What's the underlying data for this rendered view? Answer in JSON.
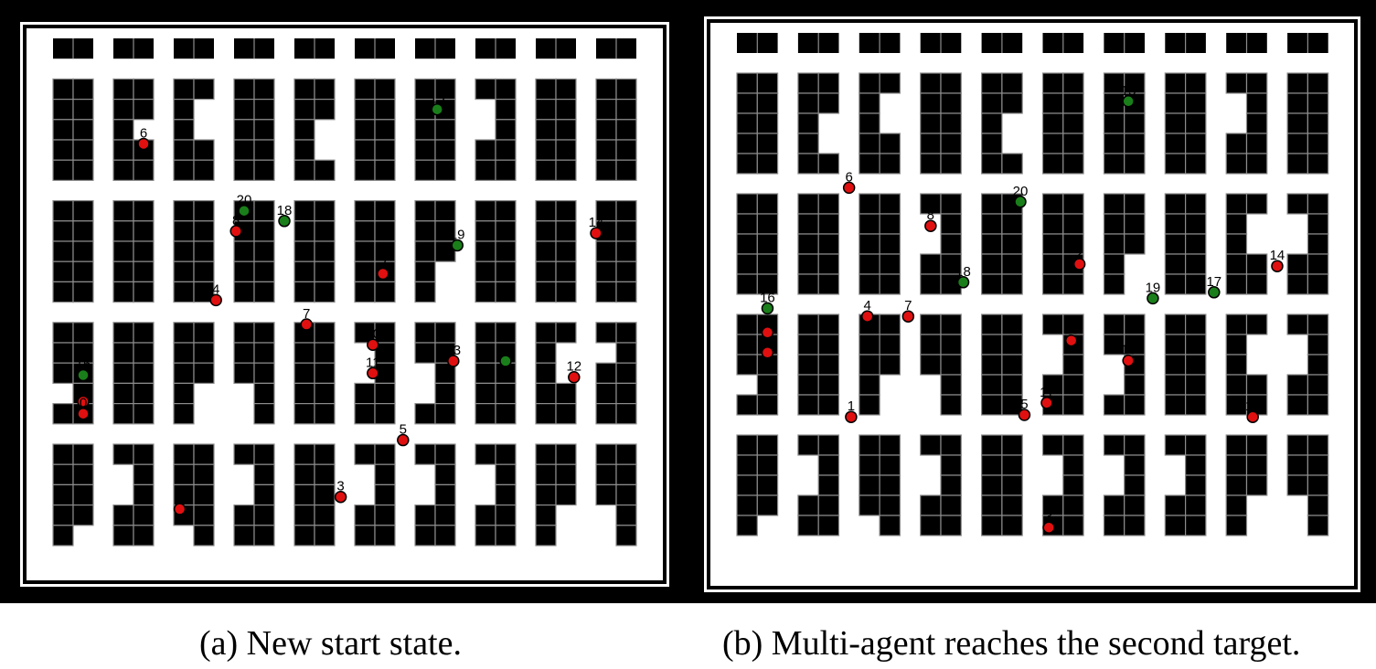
{
  "colors": {
    "background": "#000000",
    "floor": "#ffffff",
    "shelf": "#000000",
    "shelf_grid": "#8c8c8c",
    "agent": "#1a7f1a",
    "target": "#e01010",
    "marker_outline": "#000000"
  },
  "panels": [
    {
      "caption": "(a) New start state.",
      "agents": [
        {
          "id": "15",
          "row": 3.5,
          "col": 19.1
        },
        {
          "id": "20",
          "row": 8.5,
          "col": 9.5
        },
        {
          "id": "18",
          "row": 9.0,
          "col": 11.5
        },
        {
          "id": "19",
          "row": 10.2,
          "col": 20.1
        },
        {
          "id": "16",
          "row": 16.6,
          "col": 1.5
        },
        {
          "id": "17",
          "row": 15.9,
          "col": 22.5
        }
      ],
      "targets": [
        {
          "id": "6",
          "row": 5.2,
          "col": 4.5
        },
        {
          "id": "8",
          "row": 9.5,
          "col": 9.1
        },
        {
          "id": "14",
          "row": 9.6,
          "col": 27.0
        },
        {
          "id": "2",
          "row": 11.6,
          "col": 16.4
        },
        {
          "id": "4",
          "row": 12.9,
          "col": 8.1
        },
        {
          "id": "7",
          "row": 14.1,
          "col": 12.6
        },
        {
          "id": "10",
          "row": 15.1,
          "col": 15.9
        },
        {
          "id": "13",
          "row": 15.9,
          "col": 19.9
        },
        {
          "id": "11",
          "row": 16.5,
          "col": 15.9
        },
        {
          "id": "12",
          "row": 16.7,
          "col": 25.9
        },
        {
          "id": "9",
          "row": 17.9,
          "col": 1.5
        },
        {
          "id": "0",
          "row": 18.5,
          "col": 1.5
        },
        {
          "id": "5",
          "row": 19.8,
          "col": 17.4
        },
        {
          "id": "3",
          "row": 22.6,
          "col": 14.3
        },
        {
          "id": "1",
          "row": 23.2,
          "col": 6.3
        }
      ]
    },
    {
      "caption": "(b) Multi-agent reaches the second target.",
      "agents": [
        {
          "id": "15",
          "row": 3.4,
          "col": 19.2
        },
        {
          "id": "20",
          "row": 8.4,
          "col": 13.9
        },
        {
          "id": "18",
          "row": 12.4,
          "col": 11.1
        },
        {
          "id": "16",
          "row": 13.7,
          "col": 1.5
        },
        {
          "id": "19",
          "row": 13.2,
          "col": 20.4
        },
        {
          "id": "17",
          "row": 12.9,
          "col": 23.4
        }
      ],
      "targets": [
        {
          "id": "6",
          "row": 7.7,
          "col": 5.5
        },
        {
          "id": "8",
          "row": 9.6,
          "col": 9.5
        },
        {
          "id": "2",
          "row": 11.5,
          "col": 16.8
        },
        {
          "id": "14",
          "row": 11.6,
          "col": 26.5
        },
        {
          "id": "4",
          "row": 14.1,
          "col": 6.4
        },
        {
          "id": "7",
          "row": 14.1,
          "col": 8.4
        },
        {
          "id": "9",
          "row": 14.9,
          "col": 1.5
        },
        {
          "id": "10",
          "row": 15.3,
          "col": 16.4
        },
        {
          "id": "0",
          "row": 15.9,
          "col": 1.5
        },
        {
          "id": "13",
          "row": 16.3,
          "col": 19.2
        },
        {
          "id": "11",
          "row": 18.4,
          "col": 15.2
        },
        {
          "id": "5",
          "row": 19.0,
          "col": 14.1
        },
        {
          "id": "1",
          "row": 19.1,
          "col": 5.6
        },
        {
          "id": "12",
          "row": 19.1,
          "col": 25.3
        },
        {
          "id": "3",
          "row": 24.6,
          "col": 15.3
        }
      ]
    }
  ]
}
